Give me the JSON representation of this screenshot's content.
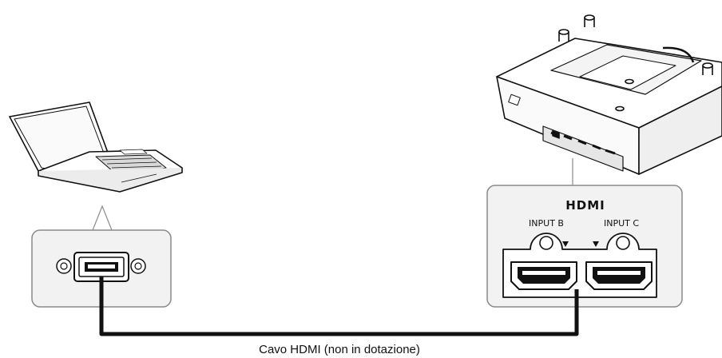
{
  "labels": {
    "hdmi_logo": "HDMI",
    "input_b": "INPUT B",
    "input_c": "INPUT C",
    "cable_caption": "Cavo HDMI (non in dotazione)"
  },
  "icons": {
    "laptop": "laptop-icon",
    "projector": "projector-icon",
    "hdmi_port": "hdmi-port-icon"
  },
  "colors": {
    "line": "#111111",
    "panel_bg": "#f2f2f2",
    "panel_border": "#8a8a8a"
  }
}
